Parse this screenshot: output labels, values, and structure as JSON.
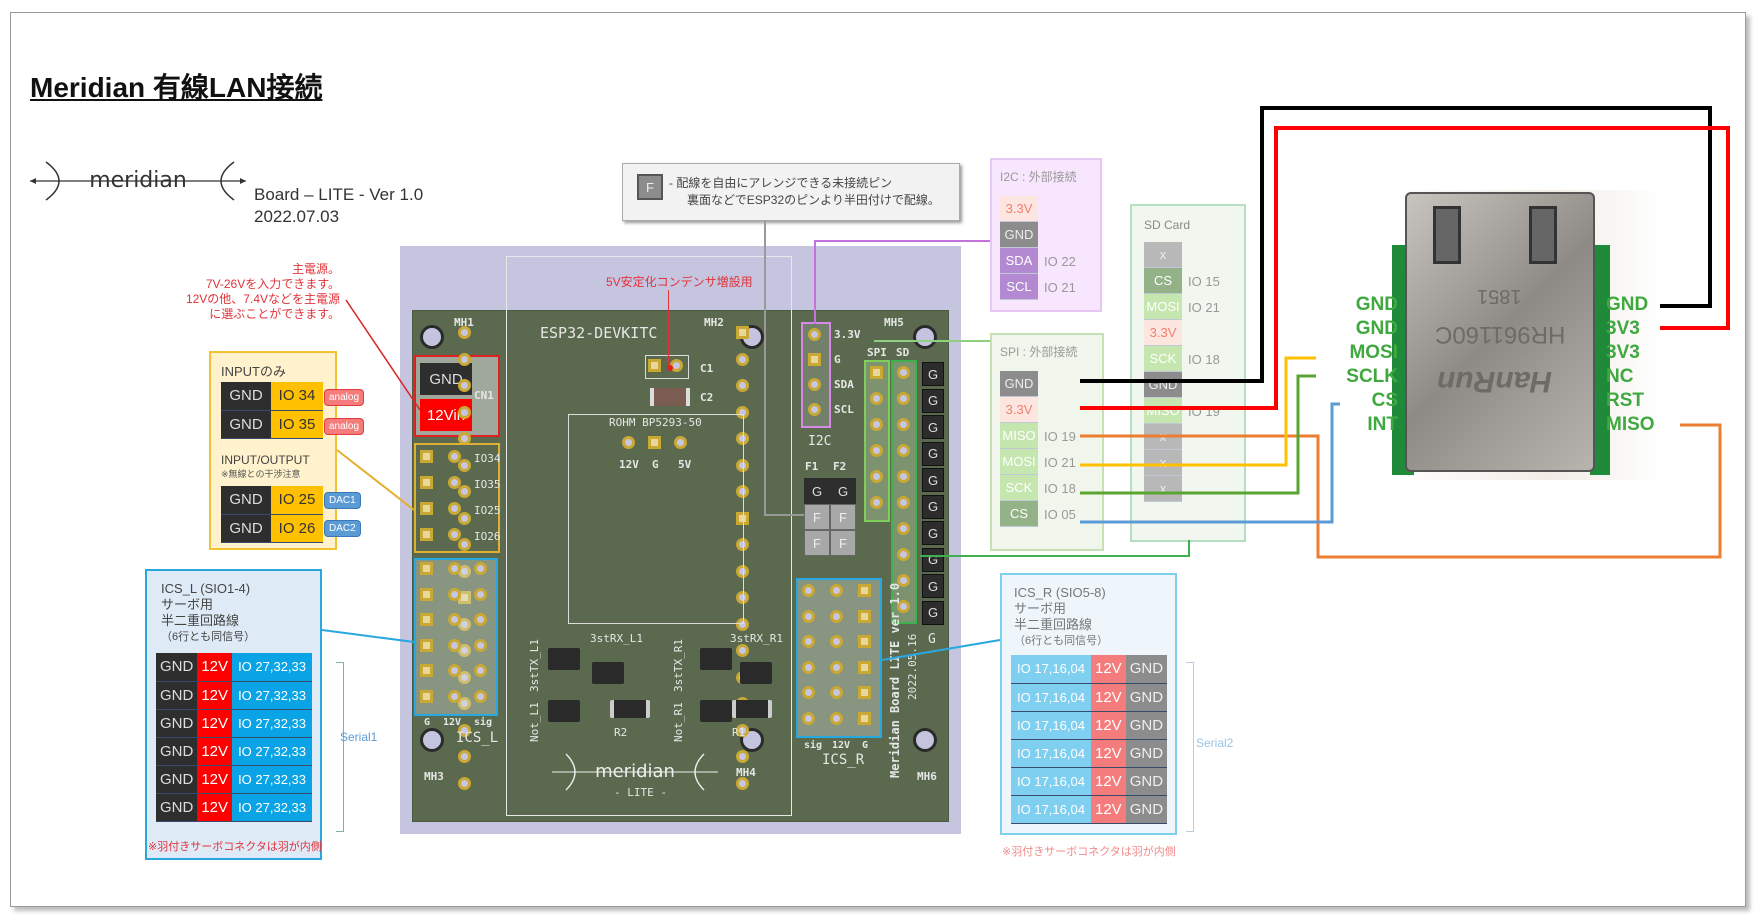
{
  "title": "Meridian 有線LAN接続",
  "logo": {
    "text": "meridian",
    "board": "Board – LITE - Ver 1.0",
    "date": "2022.07.03"
  },
  "power_note": [
    "主電源。",
    "7V-26Vを入力できます。",
    "12Vの他、7.4Vなどを主電源",
    "に選ぶことができます。"
  ],
  "input_only": {
    "heading": "INPUTのみ",
    "rows": [
      {
        "gnd": "GND",
        "io": "IO 34",
        "tag": "analog"
      },
      {
        "gnd": "GND",
        "io": "IO 35",
        "tag": "analog"
      }
    ],
    "io_heading": "INPUT/OUTPUT",
    "io_note": "※無線との干渉注意",
    "io_rows": [
      {
        "gnd": "GND",
        "io": "IO 25",
        "tag": "DAC1"
      },
      {
        "gnd": "GND",
        "io": "IO 26",
        "tag": "DAC2"
      }
    ]
  },
  "ics_l": {
    "title": "ICS_L (SIO1-4)",
    "line2": "サーボ用",
    "line3": "半二重回路線",
    "line4": "（6行とも同信号）",
    "rows": [
      [
        "GND",
        "12V",
        "IO 27,32,33"
      ],
      [
        "GND",
        "12V",
        "IO 27,32,33"
      ],
      [
        "GND",
        "12V",
        "IO 27,32,33"
      ],
      [
        "GND",
        "12V",
        "IO 27,32,33"
      ],
      [
        "GND",
        "12V",
        "IO 27,32,33"
      ],
      [
        "GND",
        "12V",
        "IO 27,32,33"
      ]
    ],
    "serial": "Serial1",
    "note": "※羽付きサーボコネクタは羽が内側"
  },
  "ics_r": {
    "title": "ICS_R (SIO5-8)",
    "line2": "サーボ用",
    "line3": "半二重回路線",
    "line4": "（6行とも同信号）",
    "rows": [
      [
        "IO 17,16,04",
        "12V",
        "GND"
      ],
      [
        "IO 17,16,04",
        "12V",
        "GND"
      ],
      [
        "IO 17,16,04",
        "12V",
        "GND"
      ],
      [
        "IO 17,16,04",
        "12V",
        "GND"
      ],
      [
        "IO 17,16,04",
        "12V",
        "GND"
      ],
      [
        "IO 17,16,04",
        "12V",
        "GND"
      ]
    ],
    "serial": "Serial2",
    "note": "※羽付きサーボコネクタは羽が内側"
  },
  "f_note": {
    "key": "F",
    "line1": "- 配線を自由にアレンジできる未接続ピン",
    "line2": "裏面などでESP32のピンより半田付けで配線。"
  },
  "cap_note": "5V安定化コンデンサ増設用",
  "i2c": {
    "title": "I2C : 外部接続",
    "pins": [
      {
        "n": "3.3V",
        "io": ""
      },
      {
        "n": "GND",
        "io": ""
      },
      {
        "n": "SDA",
        "io": "IO 22"
      },
      {
        "n": "SCL",
        "io": "IO 21"
      }
    ]
  },
  "spi": {
    "title": "SPI : 外部接続",
    "pins": [
      {
        "n": "GND",
        "io": ""
      },
      {
        "n": "3.3V",
        "io": ""
      },
      {
        "n": "MISO",
        "io": "IO 19"
      },
      {
        "n": "MOSI",
        "io": "IO 21"
      },
      {
        "n": "SCK",
        "io": "IO 18"
      },
      {
        "n": "CS",
        "io": "IO 05"
      }
    ]
  },
  "sd": {
    "title": "SD Card",
    "pins": [
      {
        "n": "x",
        "io": ""
      },
      {
        "n": "CS",
        "io": "IO 15"
      },
      {
        "n": "MOSI",
        "io": "IO 21"
      },
      {
        "n": "3.3V",
        "io": ""
      },
      {
        "n": "SCK",
        "io": "IO 18"
      },
      {
        "n": "GND",
        "io": ""
      },
      {
        "n": "MISO",
        "io": "IO 19"
      },
      {
        "n": "x",
        "io": ""
      },
      {
        "n": "x",
        "io": ""
      },
      {
        "n": "x",
        "io": ""
      }
    ]
  },
  "pcb": {
    "cn1_gnd": "GND",
    "cn1_vin": "12Vin",
    "cn1": "CN1",
    "mh": [
      "MH1",
      "MH2",
      "MH3",
      "MH4",
      "MH5",
      "MH6"
    ],
    "esp": "ESP32-DEVKITC",
    "c1": "C1",
    "c2": "C2",
    "reg": "ROHM BP5293-50",
    "reg_pins": [
      "12V",
      "G",
      "5V"
    ],
    "io_pins": [
      "IO34",
      "IO35",
      "IO25",
      "IO26"
    ],
    "i2c_pins": [
      "3.3V",
      "G",
      "SDA",
      "SCL"
    ],
    "i2c_label": "I2C",
    "f1": "F1",
    "f2": "F2",
    "g": "G",
    "f": "F",
    "spi": "SPI",
    "sd": "SD",
    "ics_l_label": "ICS_L",
    "ics_l_pins": [
      "G",
      "12V",
      "sig"
    ],
    "ics_r_label": "ICS_R",
    "ics_r_pins": [
      "sig",
      "12V",
      "G"
    ],
    "chips": [
      "3stTX_L1",
      "3stRX_L1",
      "3stTX_R1",
      "3stRX_R1",
      "Not_L1",
      "R2",
      "Not_R1",
      "R1"
    ],
    "ver": "Meridian Board LITE ver 1.0",
    "ver_date": "2022.05.16",
    "logo": "meridian",
    "logo_sub": "- LITE -"
  },
  "rj": {
    "left_pins": [
      "GND",
      "GND",
      "MOSI",
      "SCLK",
      "CS",
      "INT"
    ],
    "right_pins": [
      "GND",
      "3V3",
      "3V3",
      "NC",
      "RST",
      "MISO"
    ],
    "chip_text": [
      "1851",
      "HR961160C",
      "HanRun"
    ]
  },
  "colors": {
    "gnd": "#2e2e2e",
    "v12": "#ff0000",
    "io": "#0aa4e6",
    "yellow": "#ffc000",
    "wire_black": "#000000",
    "wire_red": "#ff0000",
    "wire_orange": "#ed7d31",
    "wire_yellow": "#ffc000",
    "wire_green": "#5aa532",
    "wire_blue": "#5b9bd5"
  }
}
